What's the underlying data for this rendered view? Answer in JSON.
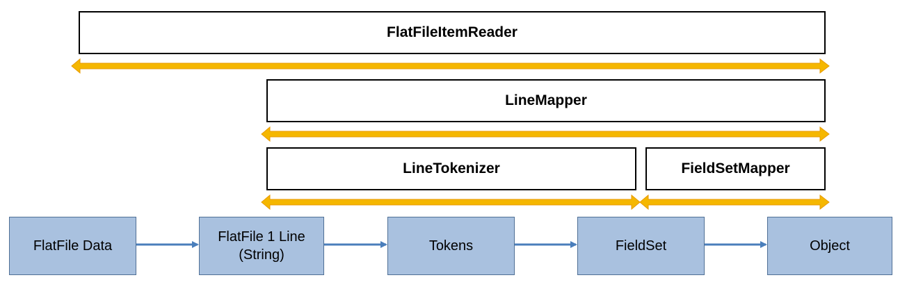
{
  "scopes": {
    "flat_file_item_reader": "FlatFileItemReader",
    "line_mapper": "LineMapper",
    "line_tokenizer": "LineTokenizer",
    "field_set_mapper": "FieldSetMapper"
  },
  "nodes": {
    "flat_file_data": "FlatFile Data",
    "flat_file_line": {
      "line1": "FlatFile 1 Line",
      "line2": "(String)"
    },
    "tokens": "Tokens",
    "field_set": "FieldSet",
    "object": "Object"
  },
  "colors": {
    "scope_border": "#000000",
    "node_fill": "#a9c1df",
    "node_border": "#4f6f95",
    "range_arrow": "#f5b700",
    "flow_arrow": "#4a7ebb"
  }
}
